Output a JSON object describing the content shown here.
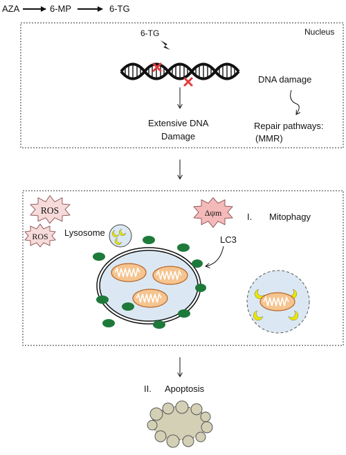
{
  "pathway": {
    "aza": "AZA",
    "mp": "6-MP",
    "tg": "6-TG"
  },
  "nucleus": {
    "label": "Nucleus",
    "drug": "6-TG",
    "dna_damage": "DNA damage",
    "extensive_line1": "Extensive DNA",
    "extensive_line2": "Damage",
    "repair_line1": "Repair pathways:",
    "repair_line2": "(MMR)"
  },
  "cell": {
    "ros1": "ROS",
    "ros2": "ROS",
    "lysosome": "Lysosome",
    "membrane_potential": "Δψm",
    "lc3": "LC3",
    "mitophagy_num": "I.",
    "mitophagy": "Mitophagy"
  },
  "apoptosis": {
    "num": "II.",
    "label": "Apoptosis"
  },
  "colors": {
    "mito_fill": "#f5c48f",
    "mito_stroke": "#b8652a",
    "lc3_green": "#1e7a3a",
    "autophagosome_fill": "#dbe8f3",
    "ros_fill": "#f7dada",
    "dmpsi_fill": "#f4b9b9",
    "lysosome_yellow": "#e8e600",
    "dna_cross": "#e23b3b",
    "apoptotic_fill": "#d3d0b5"
  }
}
